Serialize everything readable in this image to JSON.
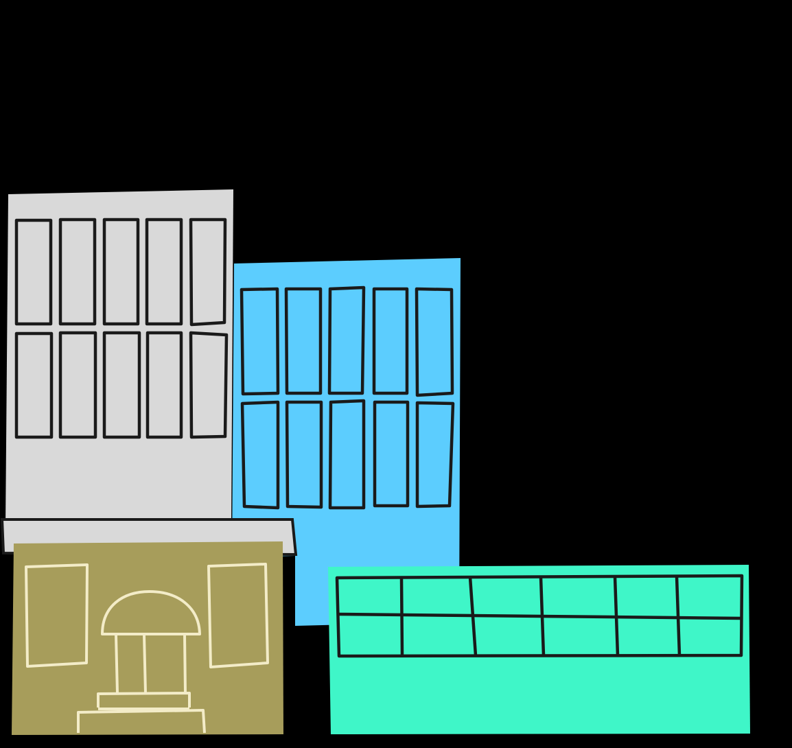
{
  "scene": {
    "background_color": "#000000",
    "stroke_color": "#1a1a1a",
    "buildings": [
      {
        "name": "grey-building",
        "color": "#d9d9d9",
        "window_rows": 2,
        "window_columns": 5
      },
      {
        "name": "blue-building",
        "color": "#5ccdfe",
        "window_rows": 2,
        "window_columns": 5
      },
      {
        "name": "olive-building",
        "color": "#a79d5b",
        "trim_color": "#f3ecc8",
        "windows": 2,
        "feature": "domed-entrance"
      },
      {
        "name": "mint-building",
        "color": "#3ff6c8",
        "window_rows": 2,
        "window_columns": 6
      }
    ]
  }
}
